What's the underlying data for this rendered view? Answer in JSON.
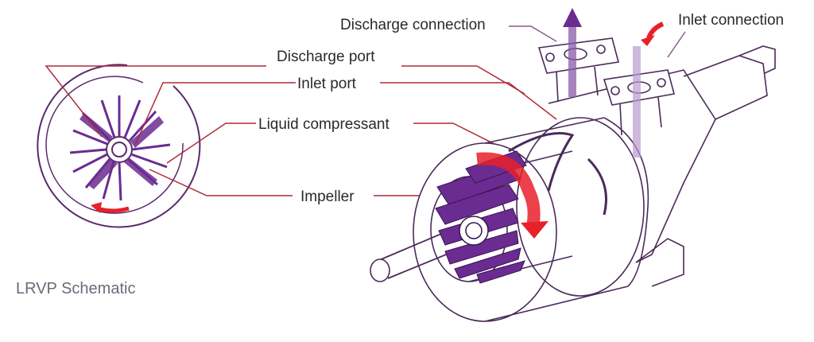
{
  "labels": {
    "discharge_connection": "Discharge connection",
    "inlet_connection": "Inlet connection",
    "discharge_port": "Discharge port",
    "inlet_port": "Inlet port",
    "liquid_compressant": "Liquid compressant",
    "impeller": "Impeller",
    "schematic_caption": "LRVP Schematic"
  },
  "colors": {
    "outline": "#5a2a6e",
    "impeller_fill": "#6a2c91",
    "leader_line": "#b02a3a",
    "compressant_arrow": "#e8202a",
    "flow_arrow": "#6a2c91"
  }
}
